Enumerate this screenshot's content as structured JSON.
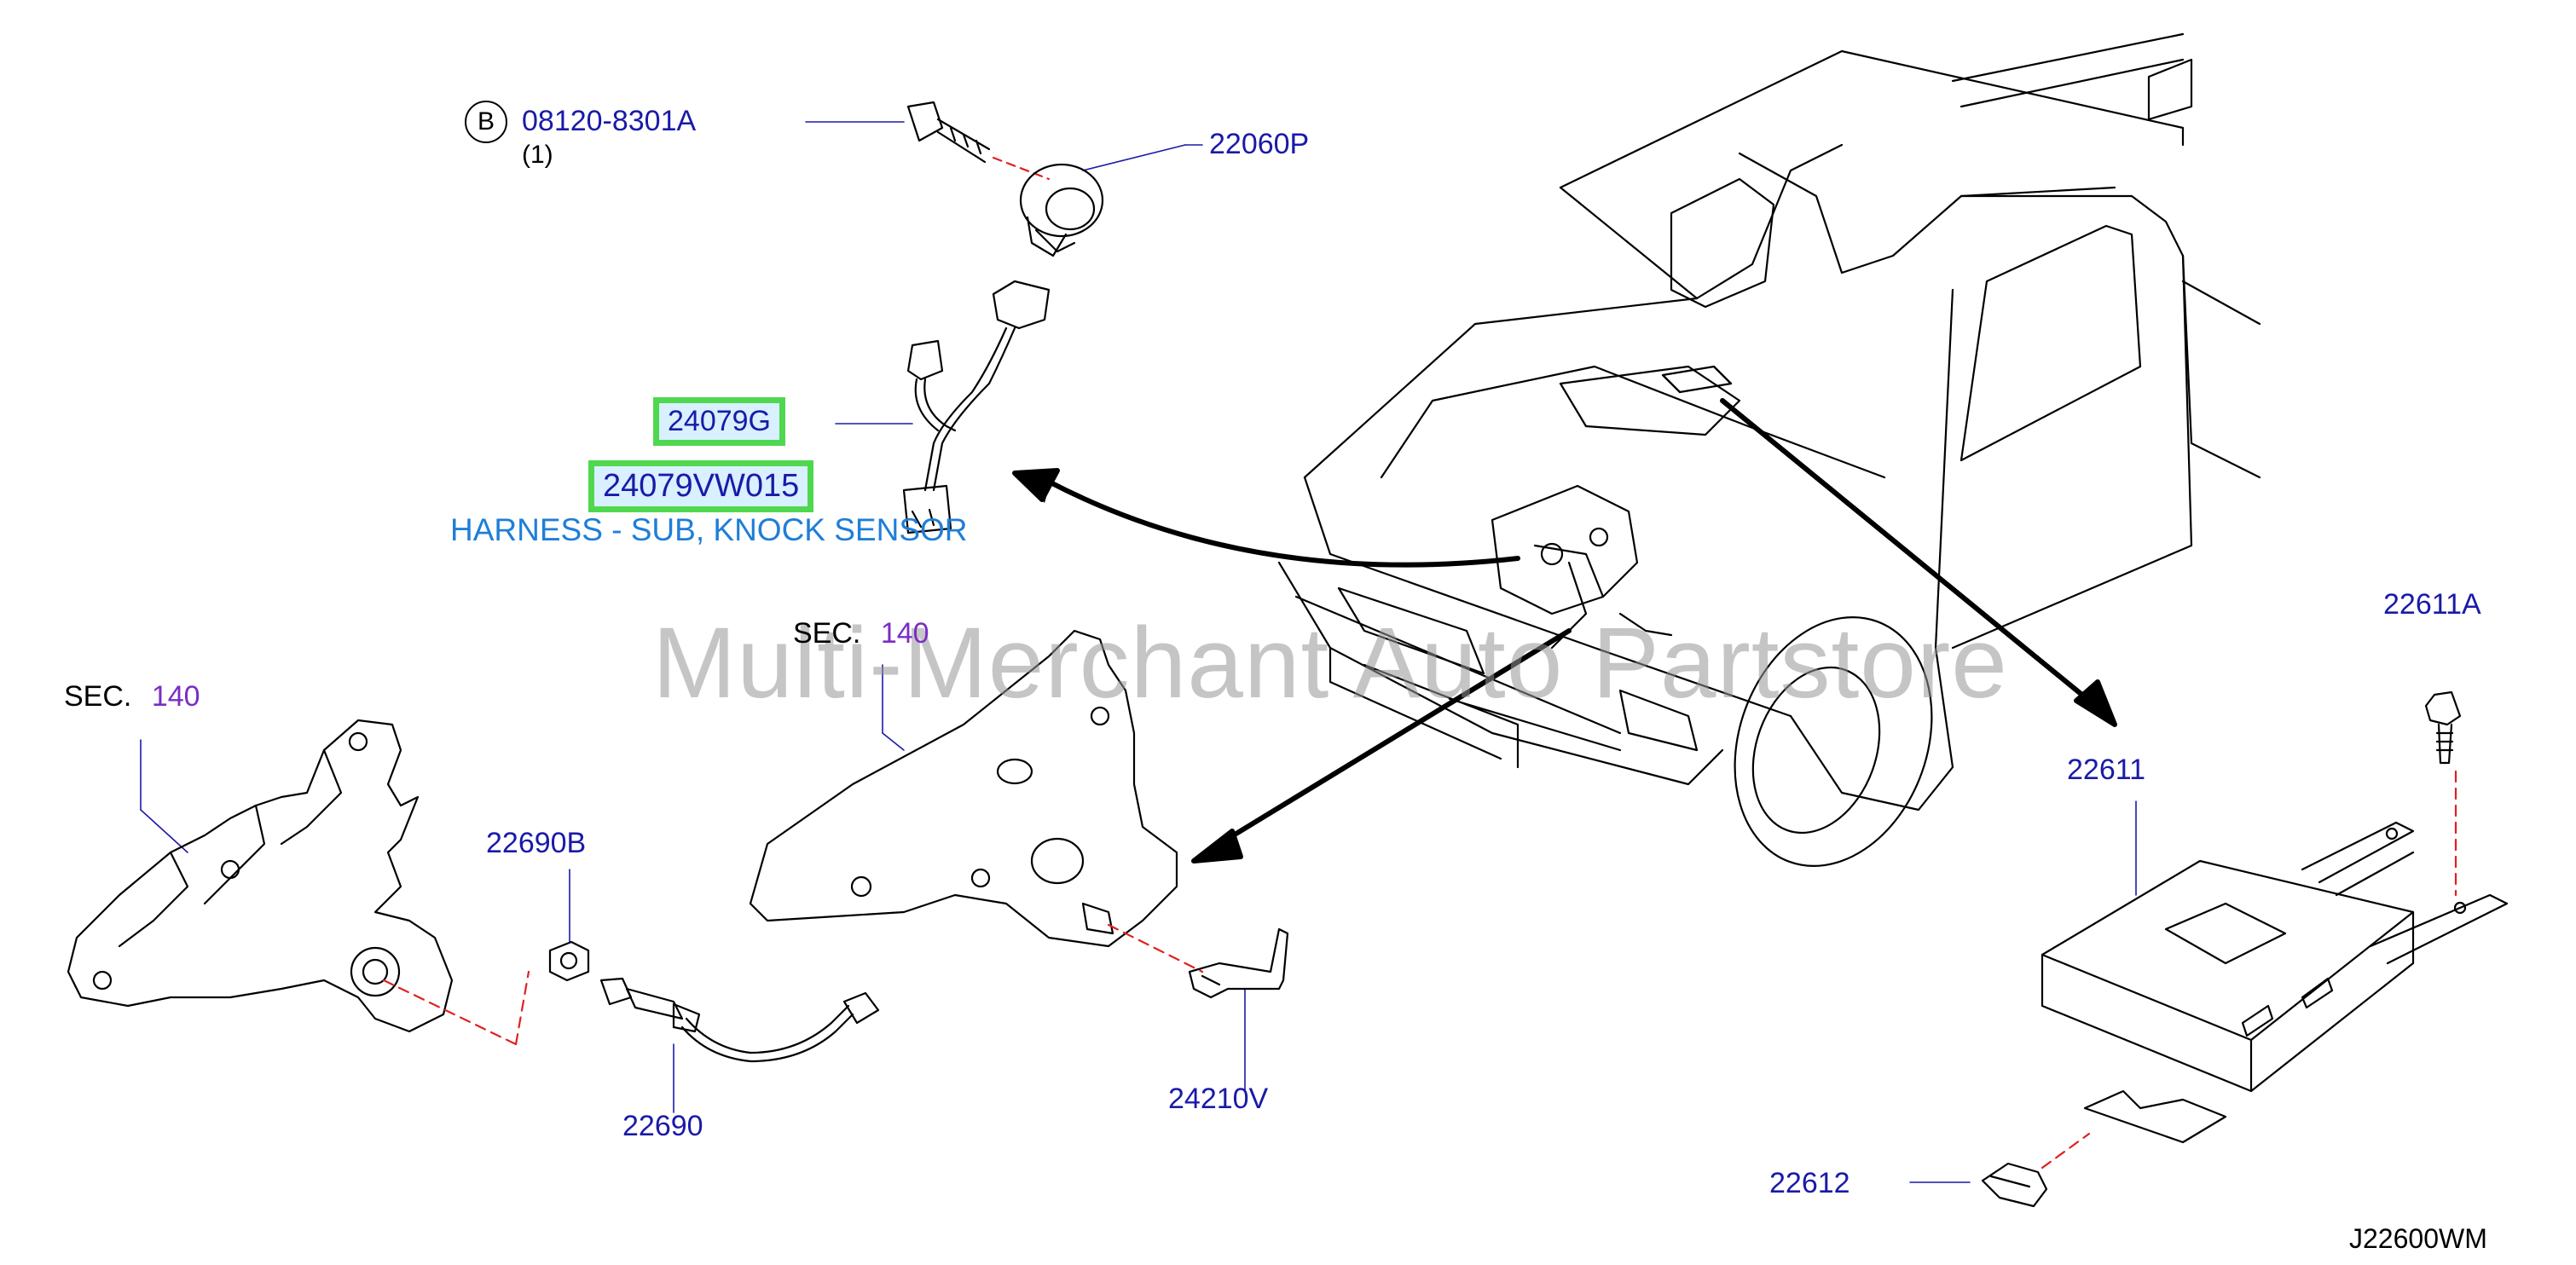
{
  "callouts": {
    "bolt": {
      "letter": "B",
      "part": "08120-8301A",
      "qty": "(1)"
    },
    "knock_sensor": "22060P",
    "harness_a": "24079G",
    "harness_b": "24079VW015",
    "harness_desc": "HARNESS - SUB, KNOCK SENSOR",
    "sec_left": {
      "prefix": "SEC.",
      "num": "140"
    },
    "sec_mid": {
      "prefix": "SEC.",
      "num": "140"
    },
    "nut": "22690B",
    "o2_sensor": "22690",
    "bracket": "24210V",
    "control_unit": "22611",
    "cu_bolt": "22611A",
    "clip": "22612"
  },
  "watermark": "Multi-Merchant Auto Partstore",
  "diagram_code": "J22600WM",
  "colors": {
    "part_number": "#1a1aa8",
    "section_number": "#7a2dc4",
    "description": "#1e7ed8",
    "highlight": "#4fd84f"
  }
}
